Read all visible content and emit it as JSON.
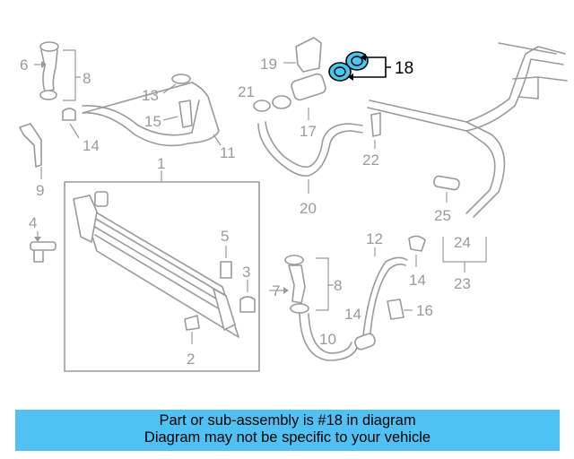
{
  "diagram": {
    "callouts": [
      "18",
      "19",
      "21",
      "17",
      "22",
      "20",
      "13",
      "15",
      "11",
      "14",
      "6",
      "8",
      "9",
      "1",
      "4",
      "5",
      "3",
      "2",
      "7",
      "8",
      "12",
      "14",
      "16",
      "10",
      "14",
      "25",
      "24",
      "23"
    ],
    "highlight_color": "#49c6ef",
    "highlighted_part": "18"
  },
  "banner": {
    "line1": "Part or sub-assembly is #18 in diagram",
    "line2": "Diagram may not be specific to your vehicle",
    "color": "#4fc1f2"
  }
}
